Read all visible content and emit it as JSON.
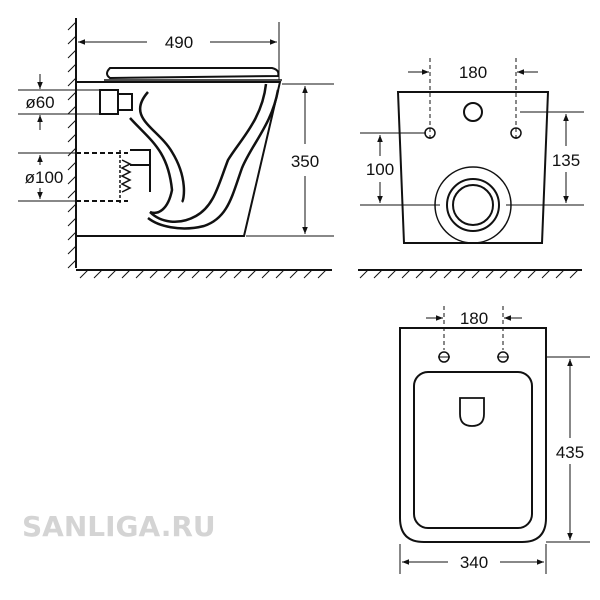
{
  "watermark": "SANLIGA.RU",
  "side_view": {
    "width_label": "490",
    "height_label": "350",
    "inlet_diameter_label": "ø60",
    "outlet_diameter_label": "ø100"
  },
  "rear_view": {
    "bolt_spacing_label": "180",
    "outlet_height_label": "100",
    "bolt_height_label": "135"
  },
  "top_view": {
    "bolt_spacing_label": "180",
    "length_label": "435",
    "width_label": "340"
  }
}
